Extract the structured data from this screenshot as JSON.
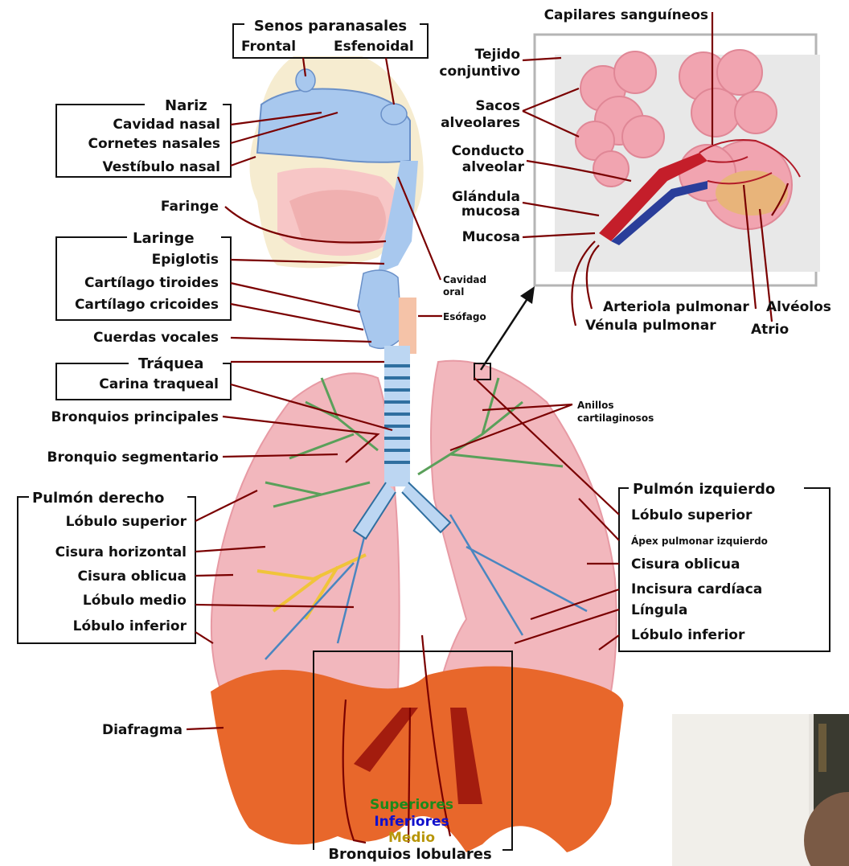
{
  "colors": {
    "leader": "#7a0000",
    "lung": "#f2b7bd",
    "airway": "#a8c8ee",
    "diaphragm": "#e8672b",
    "superiores": "#1b8a1b",
    "inferiores": "#1111cc",
    "medio": "#b8960a"
  },
  "sinuses": {
    "title": "Senos paranasales",
    "frontal": "Frontal",
    "sphenoid": "Esfenoidal"
  },
  "nose": {
    "title": "Nariz",
    "items": [
      "Cavidad nasal",
      "Cornetes nasales",
      "Vestíbulo nasal"
    ]
  },
  "pharynx": "Faringe",
  "larynx": {
    "title": "Laringe",
    "items": [
      "Epiglotis",
      "Cartílago tiroides",
      "Cartílago cricoides"
    ]
  },
  "vocal_cords": "Cuerdas vocales",
  "trachea": {
    "title": "Tráquea",
    "items": [
      "Carina traqueal"
    ]
  },
  "main_bronchi": "Bronquios principales",
  "segmental_bronchus": "Bronquio segmentario",
  "right_lung": {
    "title": "Pulmón derecho",
    "items": [
      "Lóbulo superior",
      "Cisura horizontal",
      "Cisura oblicua",
      "Lóbulo medio",
      "Lóbulo inferior"
    ]
  },
  "diaphragm": "Diafragma",
  "lobar_bronchi": {
    "title": "Bronquios lobulares",
    "items": [
      "Superiores",
      "Inferiores",
      "Medio"
    ]
  },
  "oral_cavity": [
    "Cavidad",
    "oral"
  ],
  "esophagus": "Esófago",
  "cartilage_rings": [
    "Anillos",
    "cartilaginosos"
  ],
  "left_lung": {
    "title": "Pulmón izquierdo",
    "items": [
      "Lóbulo superior",
      "Ápex pulmonar izquierdo",
      "Cisura oblicua",
      "Incisura cardíaca",
      "Língula",
      "Lóbulo inferior"
    ]
  },
  "alveoli_inset": {
    "capillaries": "Capilares sanguíneos",
    "connective_tissue": [
      "Tejido",
      "conjuntivo"
    ],
    "alveolar_sacs": [
      "Sacos",
      "alveolares"
    ],
    "alveolar_duct": [
      "Conducto",
      "alveolar"
    ],
    "mucous_gland": [
      "Glándula",
      "mucosa"
    ],
    "mucosa": "Mucosa",
    "pulmonary_arteriole": "Arteriola pulmonar",
    "pulmonary_venule": "Vénula pulmonar",
    "alveoli": "Alvéolos",
    "atrium": "Atrio"
  }
}
